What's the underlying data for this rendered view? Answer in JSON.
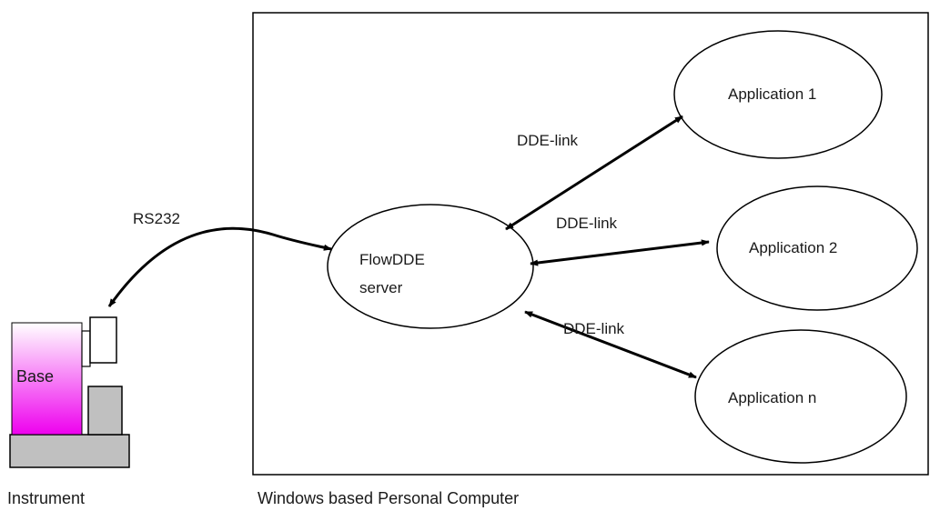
{
  "computer": {
    "caption": "Windows based Personal Computer"
  },
  "server": {
    "line1": "FlowDDE",
    "line2": "server"
  },
  "applications": [
    {
      "label": "Application 1",
      "link_label": "DDE-link"
    },
    {
      "label": "Application 2",
      "link_label": "DDE-link"
    },
    {
      "label": "Application n",
      "link_label": "DDE-link"
    }
  ],
  "serial_link": {
    "label": "RS232"
  },
  "instrument": {
    "caption": "Instrument",
    "base_label": "Base",
    "colors": {
      "base_top": "#ffffff",
      "base_bottom": "#ee00ee",
      "grey": "#c0c0c0"
    }
  }
}
